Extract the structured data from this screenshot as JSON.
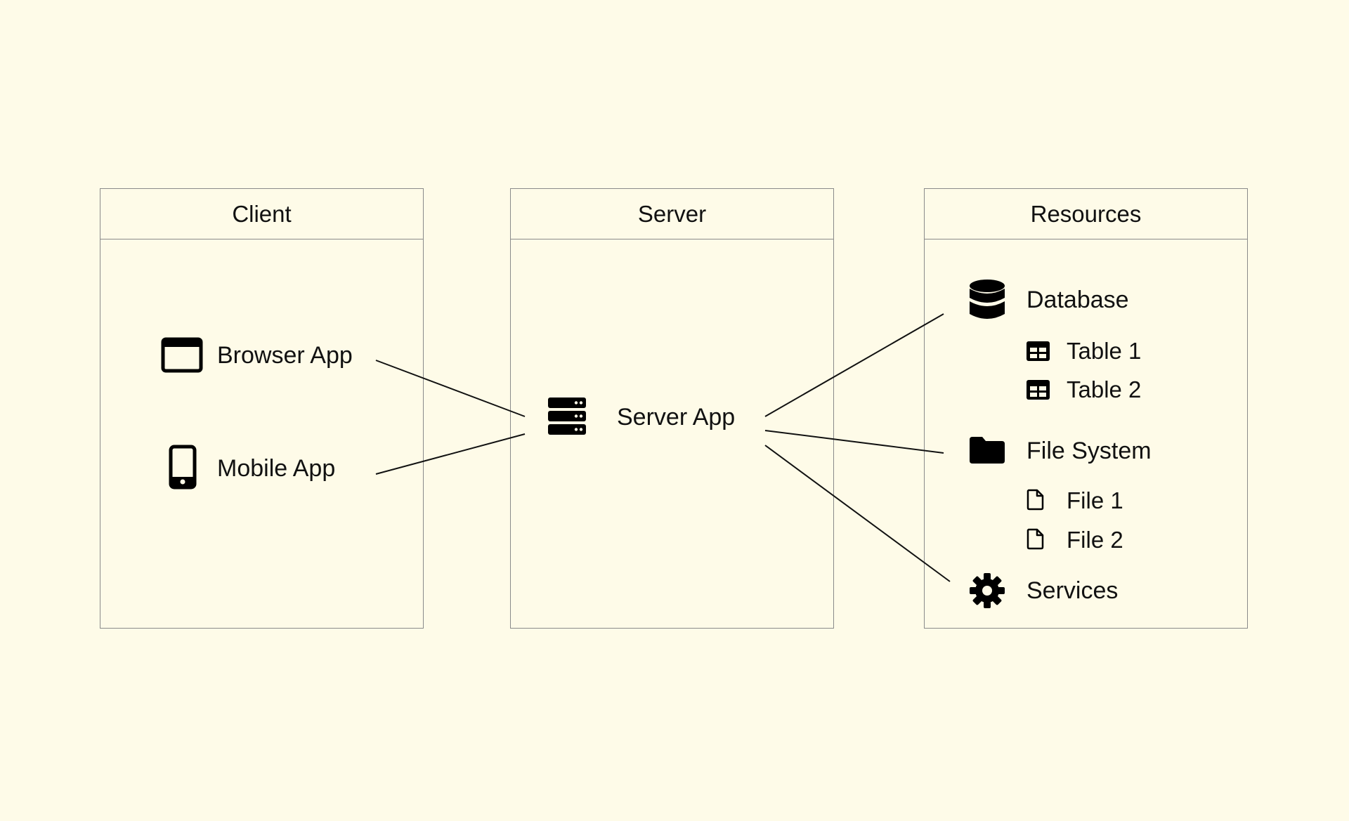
{
  "panels": {
    "client": {
      "title": "Client",
      "items": [
        {
          "label": "Browser App",
          "icon": "browser-window-icon"
        },
        {
          "label": "Mobile App",
          "icon": "mobile-phone-icon"
        }
      ]
    },
    "server": {
      "title": "Server",
      "items": [
        {
          "label": "Server App",
          "icon": "server-icon"
        }
      ]
    },
    "resources": {
      "title": "Resources",
      "database": {
        "label": "Database",
        "icon": "database-icon",
        "children": [
          {
            "label": "Table 1",
            "icon": "table-icon"
          },
          {
            "label": "Table 2",
            "icon": "table-icon"
          }
        ]
      },
      "filesystem": {
        "label": "File System",
        "icon": "folder-icon",
        "children": [
          {
            "label": "File 1",
            "icon": "file-icon"
          },
          {
            "label": "File 2",
            "icon": "file-icon"
          }
        ]
      },
      "services": {
        "label": "Services",
        "icon": "gear-icon"
      }
    }
  },
  "colors": {
    "background": "#fefbe8",
    "border": "#8a8a8a",
    "ink": "#111111"
  }
}
